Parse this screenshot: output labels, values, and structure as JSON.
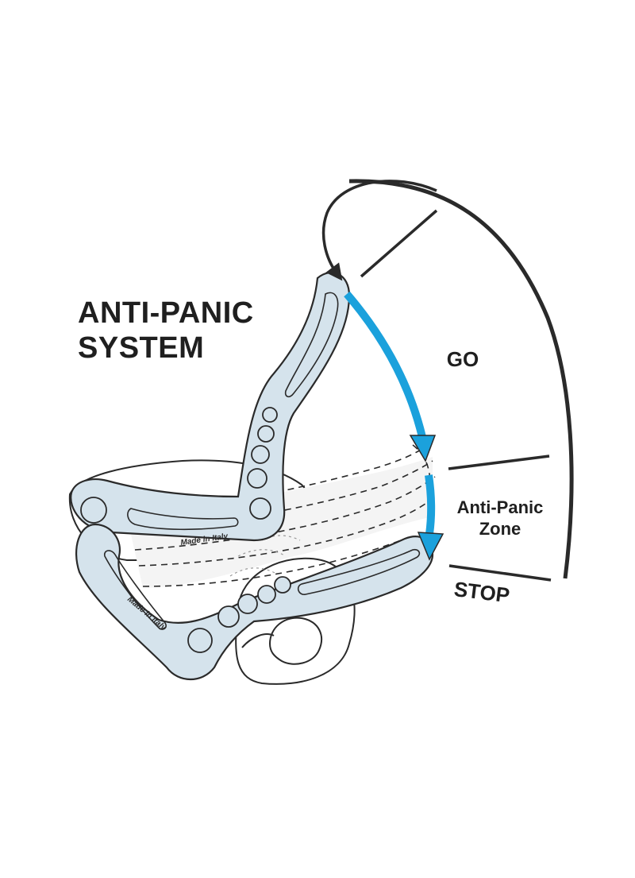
{
  "title": {
    "line1": "ANTI-PANIC",
    "line2": "SYSTEM"
  },
  "zones": {
    "go": "GO",
    "anti_panic_line1": "Anti-Panic",
    "anti_panic_line2": "Zone",
    "stop": "STOP"
  },
  "device": {
    "engraving": "Made in Italy"
  },
  "colors": {
    "arrow_blue": "#1ba1dc",
    "handle_fill": "#d5e3ec",
    "outline": "#2a2a2a",
    "text": "#1f1f1f"
  }
}
